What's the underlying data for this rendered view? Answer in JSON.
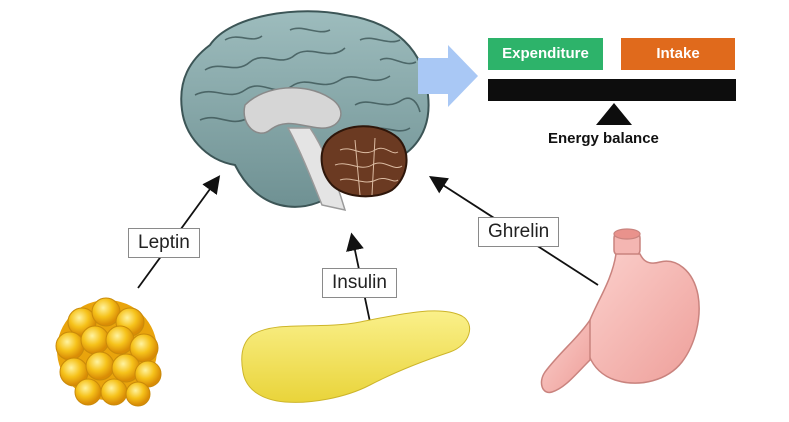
{
  "diagram": {
    "hormones": {
      "leptin": "Leptin",
      "insulin": "Insulin",
      "ghrelin": "Ghrelin"
    },
    "balance": {
      "expenditure": "Expenditure",
      "intake": "Intake",
      "caption": "Energy balance"
    },
    "colors": {
      "expenditure": "#2db36a",
      "intake": "#e06a1c",
      "beam": "#0d0d0d",
      "arrow": "#a9c8f5",
      "brain": "#7c9ea0",
      "cerebellum": "#6b3a22",
      "fat": "#f6c21a",
      "pancreas": "#f3e466",
      "stomach": "#f4b6b2"
    }
  }
}
